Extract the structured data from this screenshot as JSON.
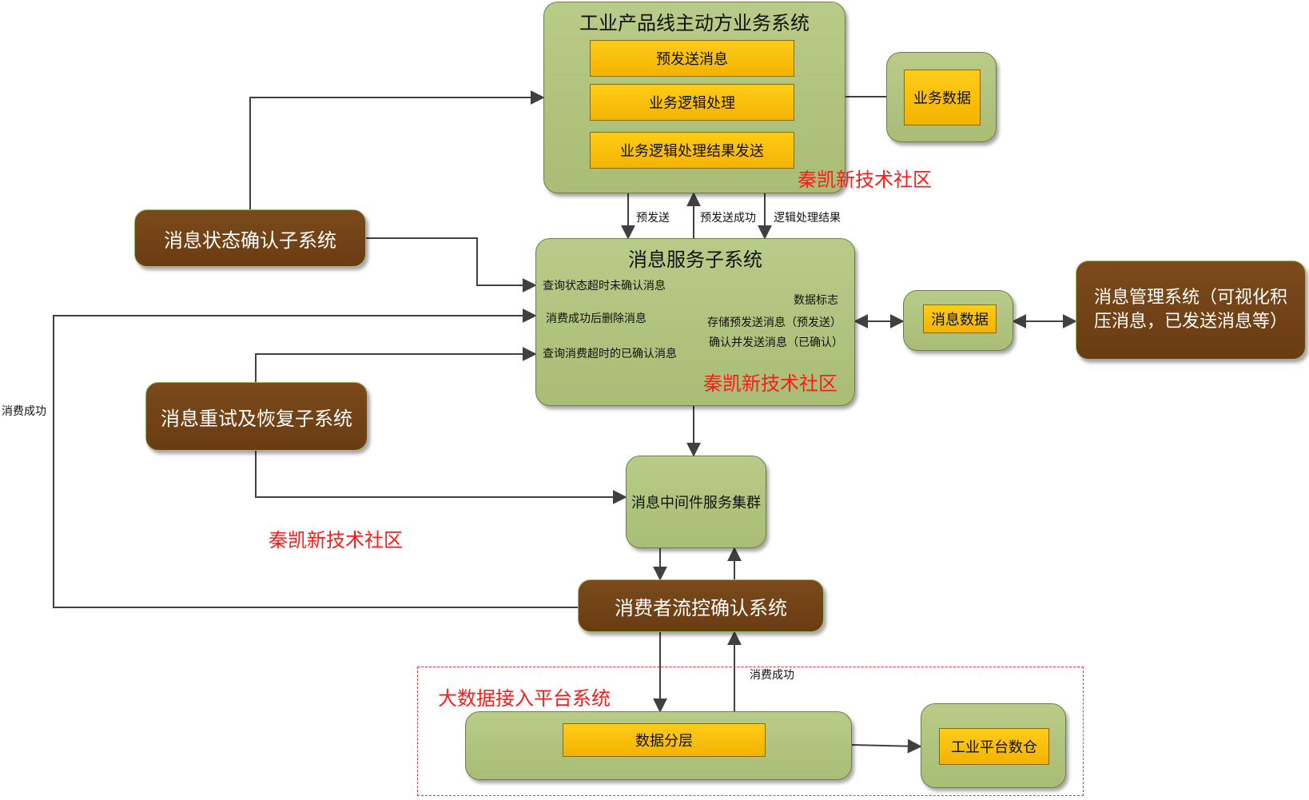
{
  "top_system": {
    "title": "工业产品线主动方业务系统",
    "steps": [
      "预发送消息",
      "业务逻辑处理",
      "业务逻辑处理结果发送"
    ]
  },
  "business_data": "业务数据",
  "watermark": "秦凯新技术社区",
  "confirm_subsystem": "消息状态确认子系统",
  "edge_labels": {
    "pre_send": "预发送",
    "pre_send_success": "预发送成功",
    "logic_result": "逻辑处理结果",
    "consume_success_left": "消费成功",
    "consume_success_bottom": "消费成功"
  },
  "message_service": {
    "title": "消息服务子系统",
    "query_timeout_unconfirmed": "查询状态超时未确认消息",
    "delete_after_consume": "消费成功后删除消息",
    "query_confirmed_timeout": "查询消费超时的已确认消息",
    "data_flag": "数据标志",
    "store_pre_send": "存储预发送消息（预发送）",
    "confirm_and_send": "确认并发送消息（已确认）"
  },
  "message_data": "消息数据",
  "management_system": "消息管理系统（可视化积压消息，已发送消息等）",
  "retry_subsystem": "消息重试及恢复子系统",
  "middleware_cluster": "消息中间件服务集群",
  "consumer_flow_control": "消费者流控确认系统",
  "big_data_platform": {
    "title": "大数据接入平台系统",
    "layering": "数据分层",
    "warehouse": "工业平台数仓"
  }
}
